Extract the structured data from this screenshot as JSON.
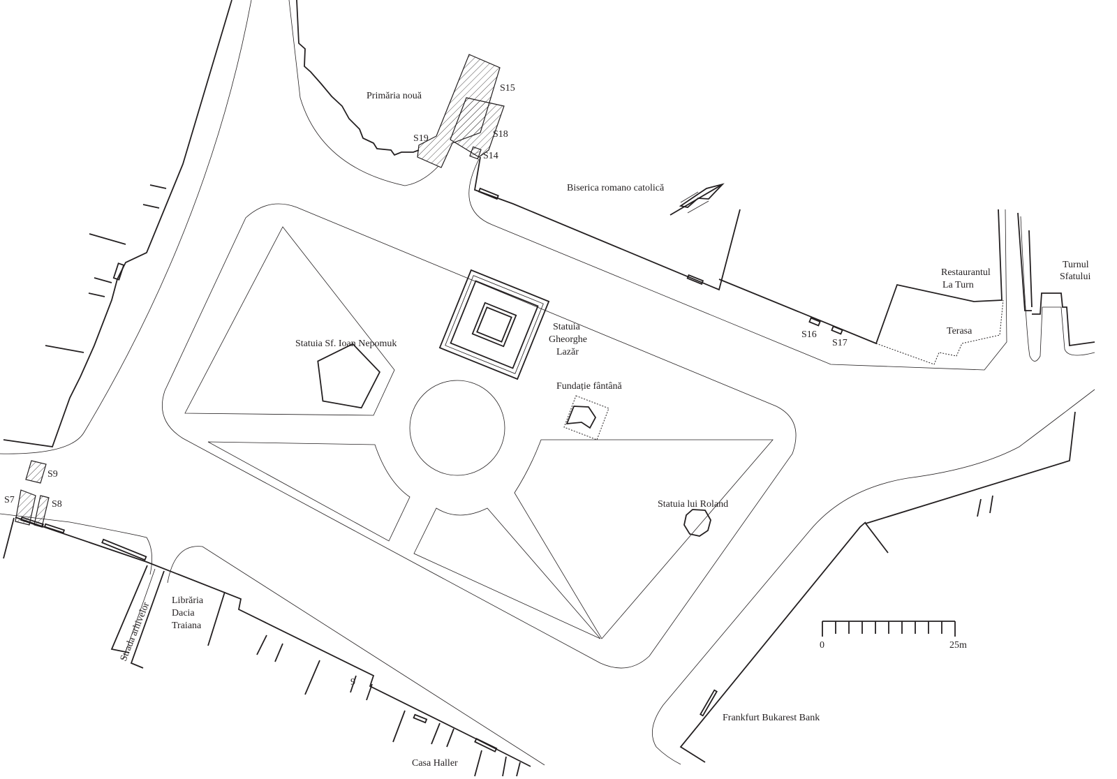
{
  "labels": {
    "primaria": "Primăria nouă",
    "biserica": "Biserica romano catolică",
    "restaurant_1": "Restaurantul",
    "restaurant_2": "La Turn",
    "turnul_1": "Turnul",
    "turnul_2": "Sfatului",
    "terasa": "Terasa",
    "nepomuk": "Statuia Sf. Ioan Nepomuk",
    "lazar_1": "Statuia",
    "lazar_2": "Gheorghe",
    "lazar_3": "Lazăr",
    "fundatie": "Fundație fântână",
    "roland": "Statuia lui Roland",
    "libraria_1": "Librăria",
    "libraria_2": "Dacia",
    "libraria_3": "Traiana",
    "strada": "Strada arhivelor",
    "casa_haller": "Casa Haller",
    "house_number": "9",
    "bank": "Frankfurt Bukarest Bank"
  },
  "sondages": [
    "S7",
    "S8",
    "S9",
    "S14",
    "S15",
    "S16",
    "S17",
    "S18",
    "S19"
  ],
  "scale": {
    "start": "0",
    "end": "25m",
    "divisions": 10
  }
}
